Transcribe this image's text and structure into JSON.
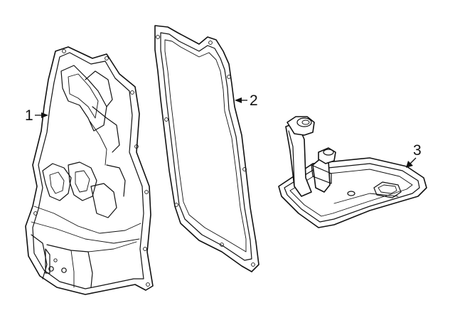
{
  "callouts": [
    {
      "number": "1",
      "part": "transmission-oil-pan"
    },
    {
      "number": "2",
      "part": "oil-pan-gasket"
    },
    {
      "number": "3",
      "part": "transmission-filter"
    }
  ]
}
